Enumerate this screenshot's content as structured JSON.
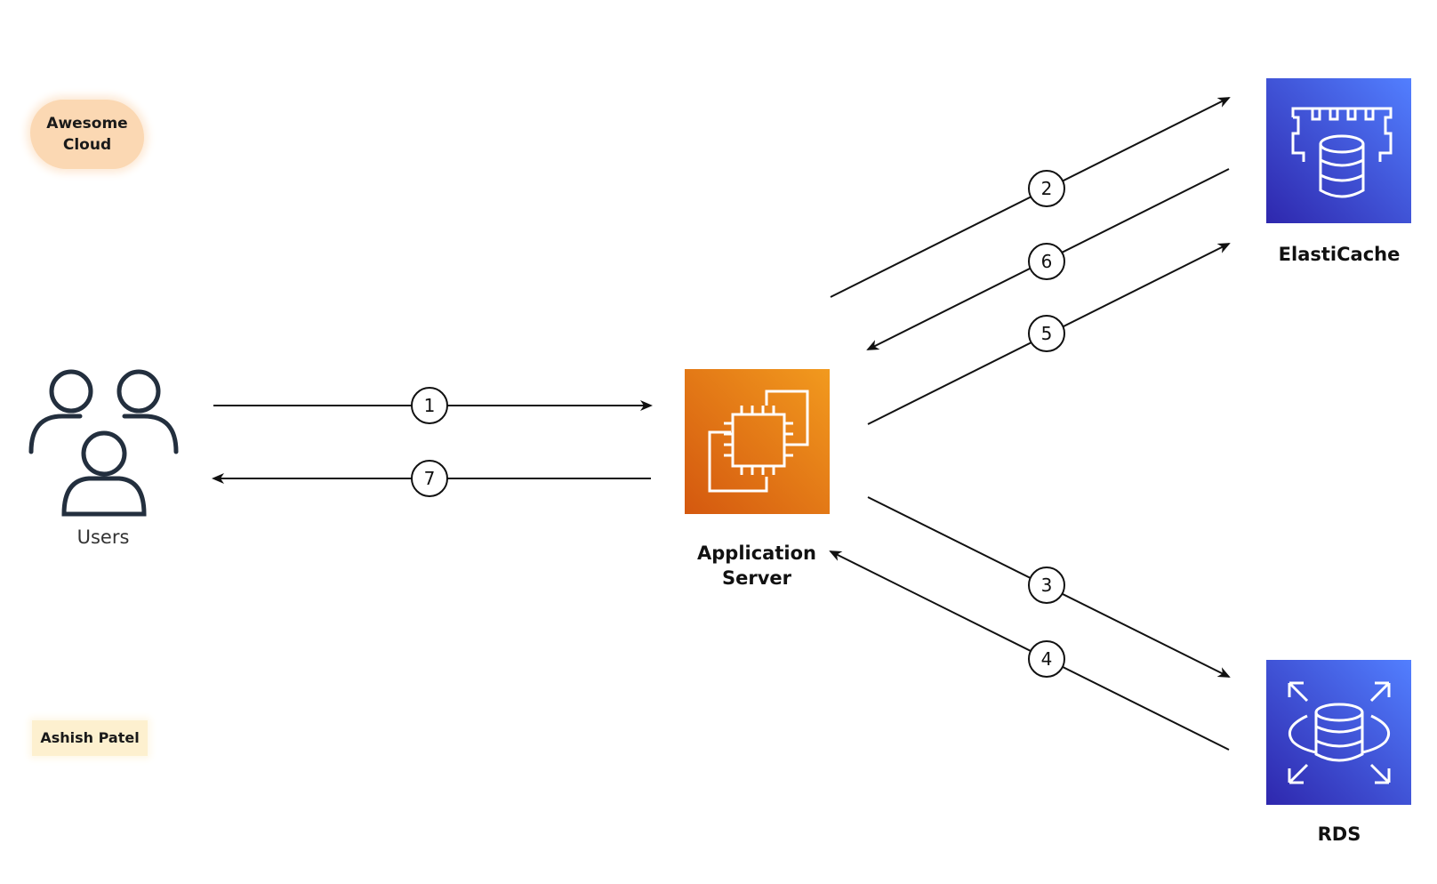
{
  "brand": {
    "sticker_line1": "Awesome",
    "sticker_line2": "Cloud",
    "author": "Ashish Patel"
  },
  "nodes": {
    "users": {
      "label": "Users",
      "icon": "users-icon"
    },
    "app_server": {
      "label_line1": "Application",
      "label_line2": "Server",
      "icon": "ec2-instance-icon",
      "color": "#e8730f"
    },
    "elasticache": {
      "label": "ElastiCache",
      "icon": "elasticache-icon",
      "color": "#3b48cc"
    },
    "rds": {
      "label": "RDS",
      "icon": "rds-icon",
      "color": "#3b48cc"
    }
  },
  "steps": [
    "1",
    "2",
    "3",
    "4",
    "5",
    "6",
    "7"
  ]
}
